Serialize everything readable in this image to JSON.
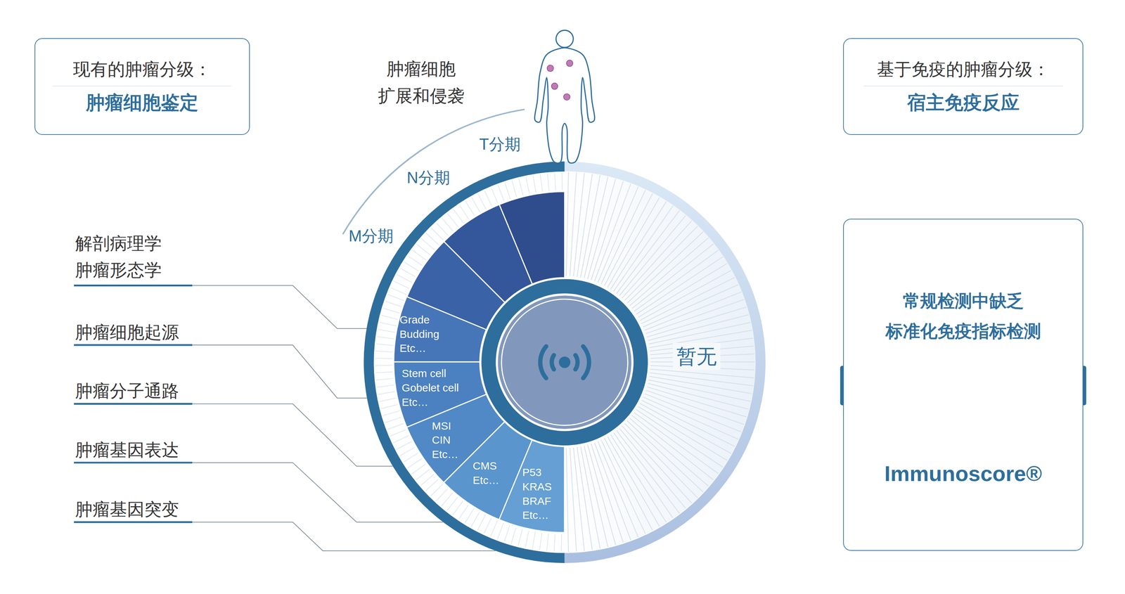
{
  "diagram": {
    "nodes": [
      {
        "text": [
          "现有的肿瘤分级：",
          "肿瘤细胞鉴定"
        ]
      },
      {
        "text": [
          "基于免疫的肿瘤分级：",
          "宿主免疫反应"
        ]
      },
      {
        "text": [
          "Grade Budding Etc…"
        ]
      },
      {
        "text": [
          "Stem cell Gobelet cell Etc…"
        ]
      },
      {
        "text": [
          "MSI CIN Etc…"
        ]
      },
      {
        "text": [
          "CMS Etc…"
        ]
      },
      {
        "text": [
          "P53 KRAS BRAF Etc…"
        ]
      },
      {
        "text": [
          "暂无"
        ]
      },
      {
        "text": [
          "常规检测中缺乏 标准化免疫指标检测",
          "Immunoscore®"
        ]
      }
    ],
    "labels": [
      "肿瘤细胞 扩展和侵袭",
      "T分期",
      "N分期",
      "M分期",
      "解剖病理学 肿瘤形态学",
      "肿瘤细胞起源",
      "肿瘤分子通路",
      "肿瘤基因表达",
      "肿瘤基因突变"
    ]
  }
}
